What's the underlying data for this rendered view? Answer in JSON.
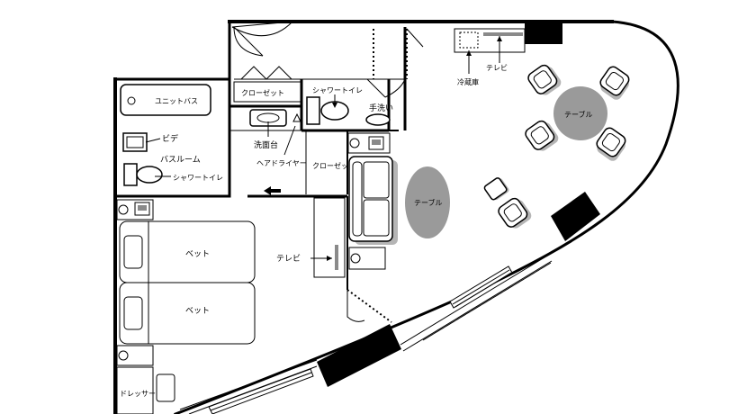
{
  "labels": {
    "unit_bath": "ユニットバス",
    "bidet": "ビデ",
    "bathroom": "バスルーム",
    "shower_toilet_left": "シャワートイレ",
    "closet_top": "クローゼット",
    "shower_toilet_mid": "シャワートイレ",
    "hand_wash": "手洗い",
    "washbasin": "洗面台",
    "hair_dryer": "ヘアドライヤー",
    "closet_mid": "クローゼット",
    "fridge": "冷蔵庫",
    "tv_top": "テレビ",
    "table_right": "テーブル",
    "table_mid": "テーブル",
    "tv_mid": "テレビ",
    "bed_1": "ベット",
    "bed_2": "ベット",
    "dresser": "ドレッサー"
  },
  "colors": {
    "wall": "#000000",
    "table_fill": "#9a9a9a",
    "appliance_gray": "#8a8a8a",
    "shadow": "#b5b5b5",
    "background": "#ffffff"
  },
  "icons": [
    "sofa-icon",
    "armchair-icon",
    "bed-icon",
    "toilet-icon",
    "washbasin-icon",
    "door-swing-icon",
    "arrow-icon"
  ]
}
